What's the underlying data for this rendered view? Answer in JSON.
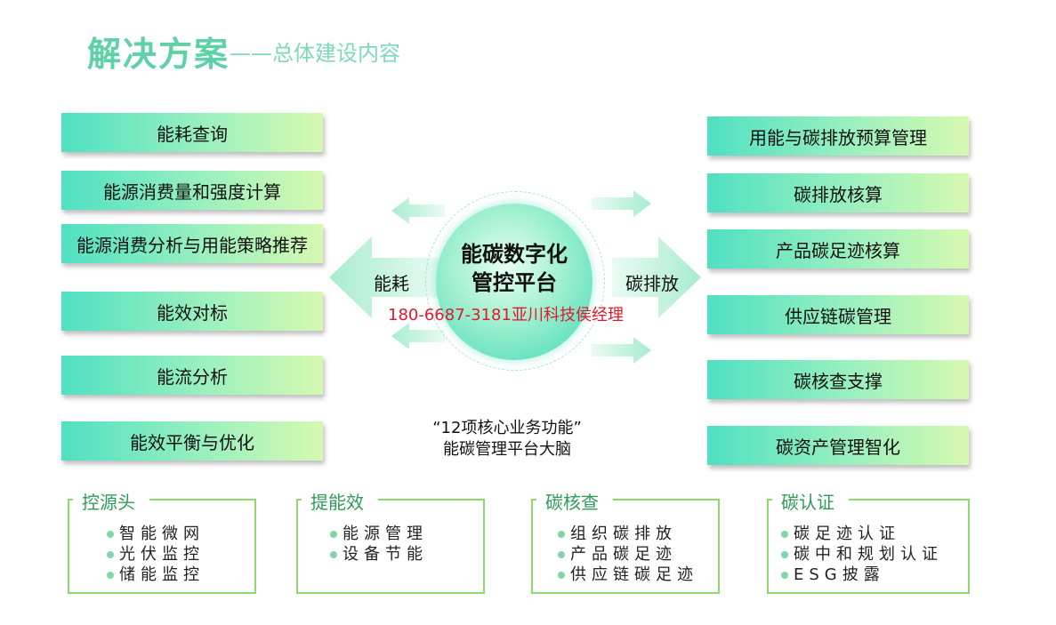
{
  "header": {
    "title": "解决方案",
    "subtitle": "——总体建设内容"
  },
  "left_items": [
    "能耗查询",
    "能源消费量和强度计算",
    "能源消费分析与用能策略推荐",
    "能效对标",
    "能流分析",
    "能效平衡与优化"
  ],
  "right_items": [
    "用能与碳排放预算管理",
    "碳排放核算",
    "产品碳足迹核算",
    "供应链碳管理",
    "碳核查支撑",
    "碳资产管理智化"
  ],
  "center": {
    "line1": "能碳数字化",
    "line2": "管控平台",
    "left_label": "能耗",
    "right_label": "碳排放",
    "contact": "180-6687-3181亚川科技侯经理",
    "caption1": "“12项核心业务功能”",
    "caption2": "能碳管理平台大脑"
  },
  "bottom_groups": [
    {
      "title": "控源头",
      "items": [
        "智能微网",
        "光伏监控",
        "储能监控"
      ]
    },
    {
      "title": "提能效",
      "items": [
        "能源管理",
        "设备节能"
      ]
    },
    {
      "title": "碳核查",
      "items": [
        "组织碳排放",
        "产品碳足迹",
        "供应链碳足迹"
      ]
    },
    {
      "title": "碳认证",
      "items": [
        "碳足迹认证",
        "碳中和规划认证",
        "ESG披露"
      ]
    }
  ],
  "colors": {
    "accent": "#4fe0c2",
    "arrow": "#b8f0d6",
    "contact": "#e0192b",
    "frame": "#8fd96b"
  }
}
